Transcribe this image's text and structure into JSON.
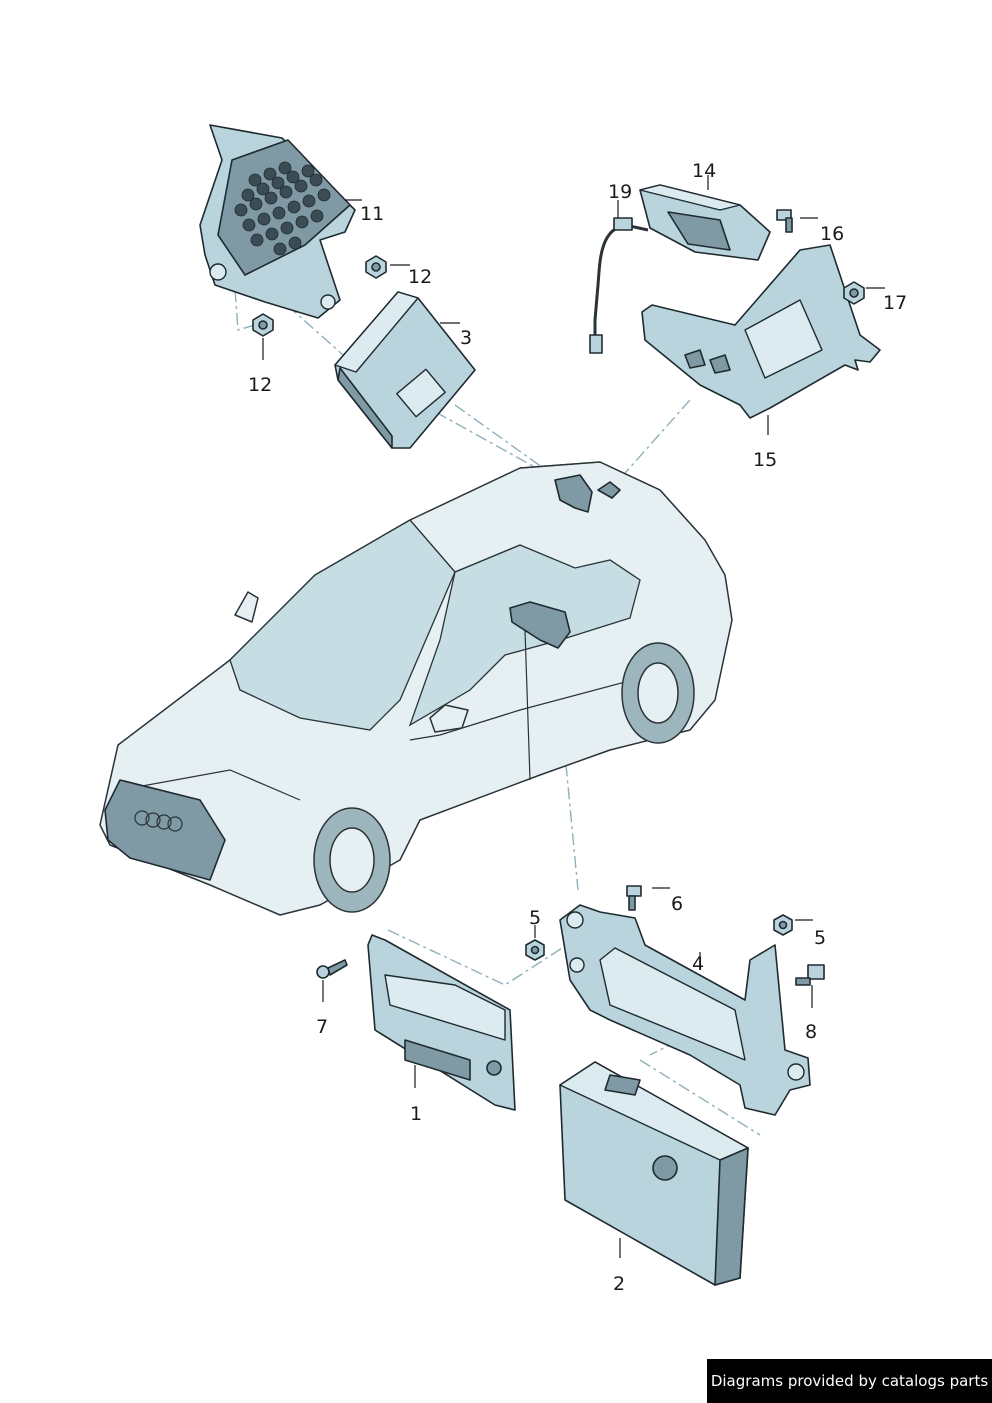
{
  "callouts": {
    "n1": "1",
    "n2": "2",
    "n3": "3",
    "n4": "4",
    "n5a": "5",
    "n5b": "5",
    "n6": "6",
    "n7": "7",
    "n8": "8",
    "n11": "11",
    "n12a": "12",
    "n12b": "12",
    "n14": "14",
    "n15": "15",
    "n16": "16",
    "n17": "17",
    "n19": "19"
  },
  "footer": {
    "credit": "Diagrams provided by catalogs parts"
  },
  "colors": {
    "part_fill": "#b9d4dc",
    "outline": "#1f2a30",
    "dash_line": "#8fb0bb",
    "footer_bg": "#000000"
  }
}
